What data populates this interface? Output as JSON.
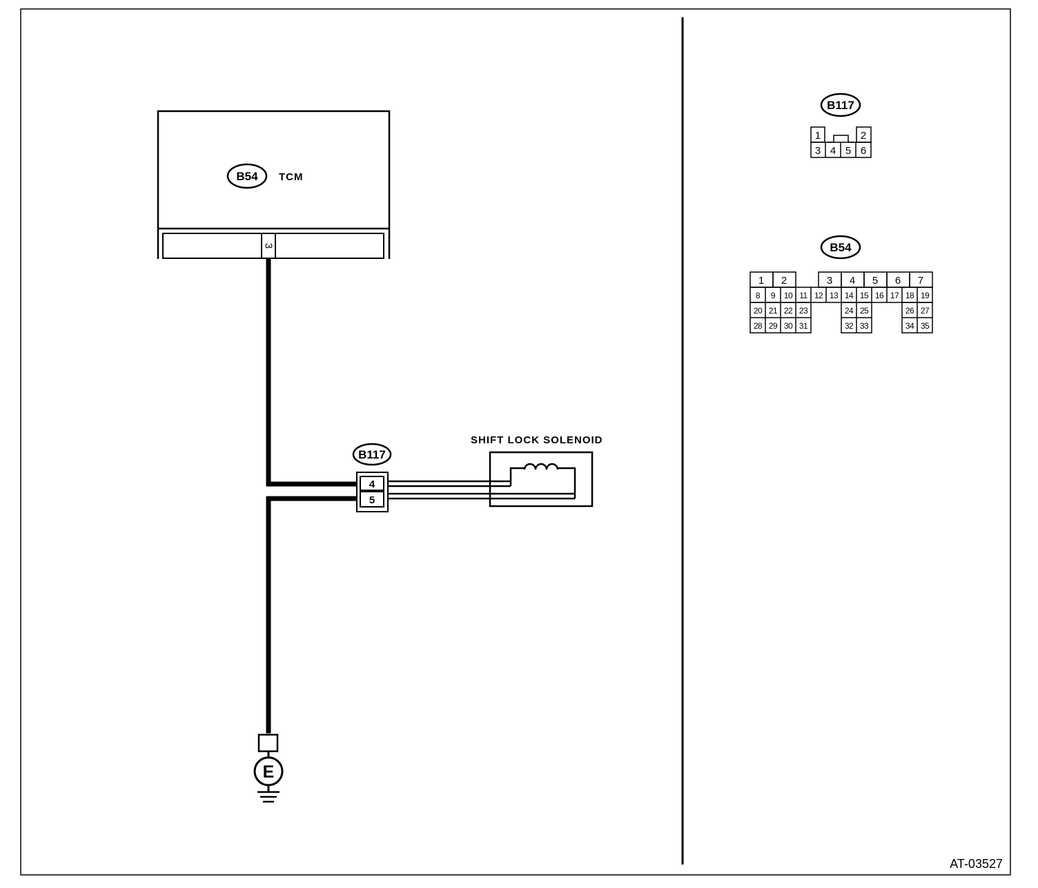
{
  "diagram": {
    "figure_id": "AT-03527",
    "tcm": {
      "connector": "B54",
      "label": "TCM",
      "pin": "3"
    },
    "solenoid_connector": {
      "connector": "B117",
      "pins": [
        "4",
        "5"
      ]
    },
    "solenoid": {
      "label": "SHIFT LOCK SOLENOID"
    },
    "ground": {
      "label": "E"
    }
  },
  "connector_views": {
    "b117": {
      "code": "B117",
      "top_row": [
        "1",
        "2"
      ],
      "bottom_row": [
        "3",
        "4",
        "5",
        "6"
      ]
    },
    "b54": {
      "code": "B54",
      "rows": [
        [
          "1",
          "2",
          "",
          "3",
          "4",
          "5",
          "6",
          "7"
        ],
        [
          "8",
          "9",
          "10",
          "11",
          "12",
          "13",
          "14",
          "15",
          "16",
          "17",
          "18",
          "19"
        ],
        [
          "20",
          "21",
          "22",
          "23",
          "",
          "",
          "24",
          "25",
          "",
          "",
          "26",
          "27"
        ],
        [
          "28",
          "29",
          "30",
          "31",
          "",
          "",
          "32",
          "33",
          "",
          "",
          "34",
          "35"
        ]
      ]
    }
  }
}
